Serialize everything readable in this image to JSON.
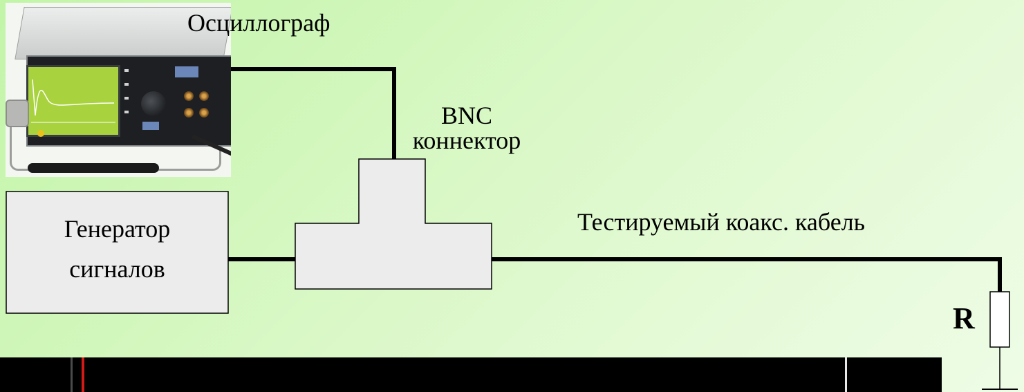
{
  "labels": {
    "oscilloscope": "Осциллограф",
    "connector_line1": "BNC",
    "connector_line2": "коннектор",
    "generator_line1": "Генератор",
    "generator_line2": "сигналов",
    "cable": "Тестируемый коакс. кабель",
    "resistor": "R"
  },
  "colors": {
    "wire": "#000000",
    "box_fill": "#ececec",
    "box_stroke": "#000000",
    "display_bg": "#000000",
    "marker": "#d41a17"
  },
  "icons": {
    "oscilloscope": "oscilloscope-photo",
    "resistor": "resistor-symbol",
    "ground": "ground-symbol"
  }
}
